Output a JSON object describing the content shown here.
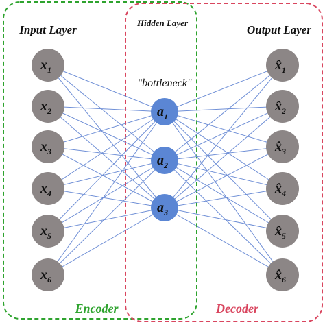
{
  "labels": {
    "input_layer": "Input Layer",
    "hidden_layer": "Hidden Layer",
    "output_layer": "Output Layer",
    "bottleneck": "\"bottleneck\"",
    "encoder": "Encoder",
    "decoder": "Decoder"
  },
  "nodes": {
    "input": [
      {
        "var": "x",
        "sub": "1"
      },
      {
        "var": "x",
        "sub": "2"
      },
      {
        "var": "x",
        "sub": "3"
      },
      {
        "var": "x",
        "sub": "4"
      },
      {
        "var": "x",
        "sub": "5"
      },
      {
        "var": "x",
        "sub": "6"
      }
    ],
    "hidden": [
      {
        "var": "a",
        "sub": "1"
      },
      {
        "var": "a",
        "sub": "2"
      },
      {
        "var": "a",
        "sub": "3"
      }
    ],
    "output": [
      {
        "var": "x̂",
        "sub": "1"
      },
      {
        "var": "x̂",
        "sub": "2"
      },
      {
        "var": "x̂",
        "sub": "3"
      },
      {
        "var": "x̂",
        "sub": "4"
      },
      {
        "var": "x̂",
        "sub": "5"
      },
      {
        "var": "x̂",
        "sub": "6"
      }
    ]
  },
  "colors": {
    "encoder": "#2ea32e",
    "decoder": "#d9465f",
    "input_node": "#8c8686",
    "output_node": "#8c8686",
    "hidden_node": "#5b86d4",
    "connection": "#6f8fd6",
    "encoder_text": "#2ea32e",
    "decoder_text": "#d9465f"
  }
}
